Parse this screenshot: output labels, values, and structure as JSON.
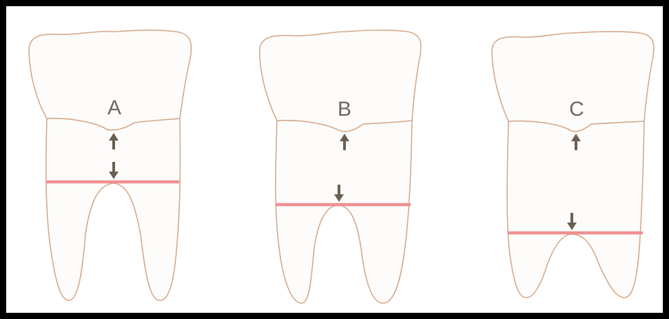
{
  "diagram": {
    "teeth": [
      {
        "id": "A",
        "label": "A"
      },
      {
        "id": "B",
        "label": "B"
      },
      {
        "id": "C",
        "label": "C"
      }
    ],
    "colors": {
      "outline": "#d6a88a",
      "furcation_line": "#f08f92",
      "arrow": "#6a5f52",
      "frame": "#000000"
    },
    "icons": [
      "up-arrow-icon",
      "down-arrow-icon"
    ]
  }
}
